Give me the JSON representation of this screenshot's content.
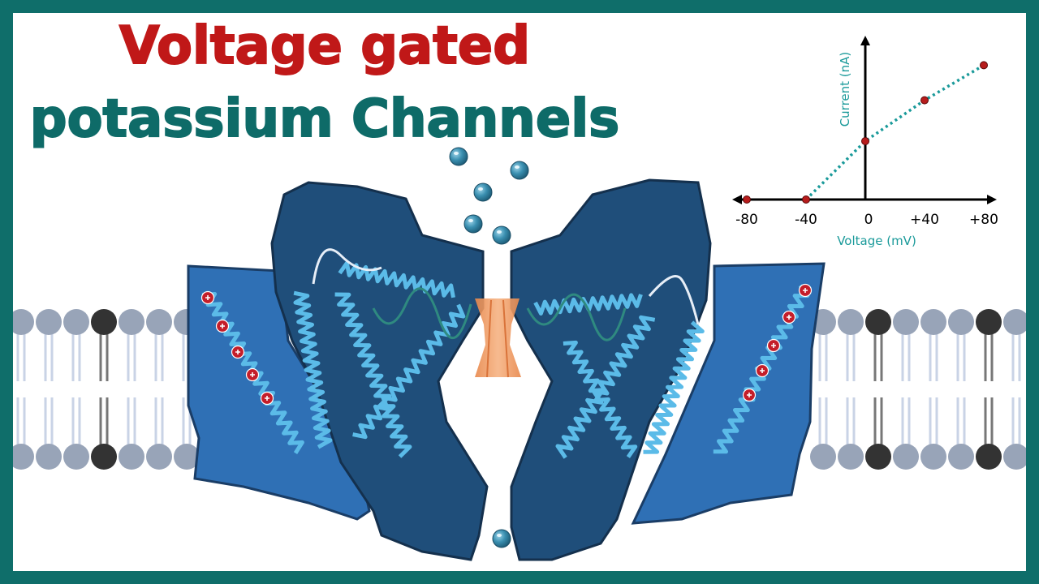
{
  "title": {
    "line1": "Voltage gated",
    "line2": "potassium Channels",
    "line1_color": "#c01818",
    "line2_color": "#0e6b68"
  },
  "colors": {
    "frame": "#0f6e6a",
    "protein_dark": "#1f4e7a",
    "protein_side": "#2f70b5",
    "helix": "#5bbbe8",
    "filter": "#f2a46a",
    "lipid_head": "#98a4b8",
    "lipid_head_dark": "#333333",
    "ion": "#3a7fa0",
    "charge": "#c41e2a"
  },
  "icons": {
    "ion": "potassium-ion-icon",
    "charge": "positive-charge-icon"
  },
  "chart_data": {
    "type": "line",
    "xlabel": "Voltage (mV)",
    "ylabel": "Current (nA)",
    "x_ticks": [
      "-80",
      "-40",
      "0",
      "+40",
      "+80"
    ],
    "xlim": [
      -80,
      80
    ],
    "points": [
      {
        "x": -80,
        "y": 0
      },
      {
        "x": -40,
        "y": 0
      },
      {
        "x": 0,
        "y": 1
      },
      {
        "x": 40,
        "y": 1.7
      },
      {
        "x": 80,
        "y": 2.3
      }
    ],
    "line_color": "#1a9a9a",
    "point_color": "#b71c1c"
  }
}
